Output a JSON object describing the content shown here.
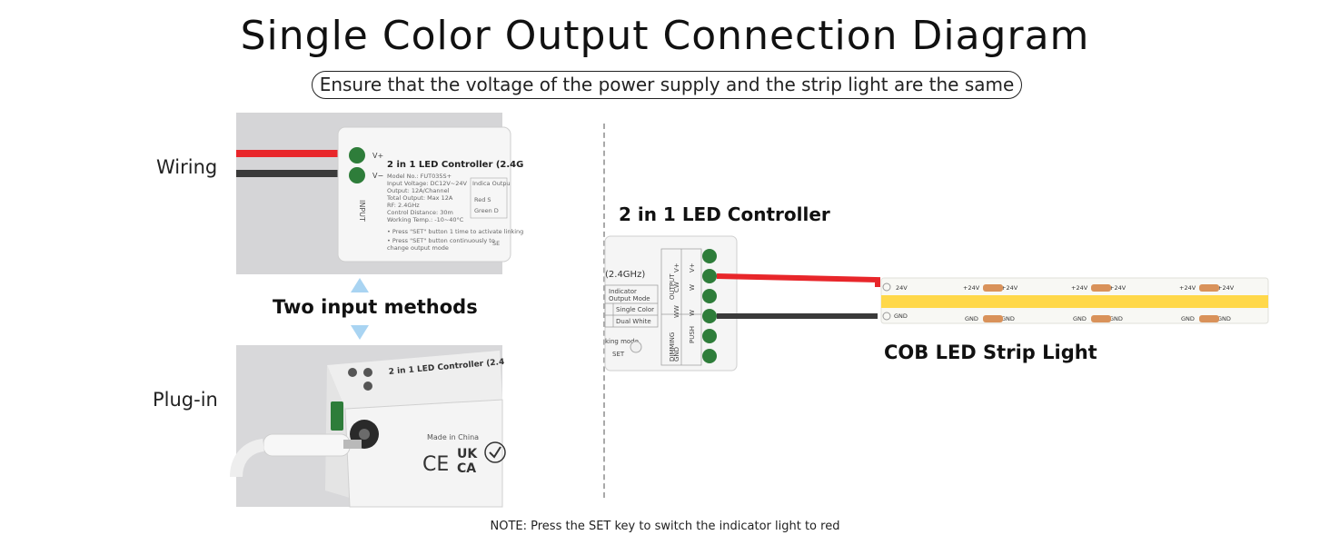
{
  "title": "Single Color Output Connection Diagram",
  "subtitle": "Ensure that the voltage of the power supply and the strip light are the same",
  "left": {
    "wiring_label": "Wiring",
    "plugin_label": "Plug-in",
    "methods_label": "Two input methods",
    "wiring_photo": {
      "terminal_plus": "V+",
      "terminal_minus": "V−",
      "side_label": "INPUT",
      "heading": "2 in 1 LED Controller (2.4G",
      "specs": [
        "Model No.: FUT035S+",
        "Input Voltage: DC12V~24V",
        "Output: 12A/Channel",
        "Total Output: Max 12A",
        "RF: 2.4GHz",
        "Control Distance: 30m",
        "Working Temp.: -10~40°C"
      ],
      "notes": [
        "• Press \"SET\" button 1 time to activate linking",
        "• Press \"SET\" button continuously to",
        "  change output mode"
      ],
      "table_head": "Indica Outpu",
      "table_rows": [
        "Red  S",
        "Green  D"
      ],
      "set": "SE"
    },
    "plugin_photo": {
      "heading": "2 in 1 LED Controller (2.4",
      "made_in": "Made in China",
      "ce": "CE",
      "ukca_top": "UK",
      "ukca_bottom": "CA"
    }
  },
  "right": {
    "controller_title": "2 in 1 LED Controller",
    "strip_title": "COB LED Strip Light",
    "controller": {
      "freq": "(2.4GHz)",
      "indicator_head_1": "Indicator",
      "indicator_head_2": "Output Mode",
      "rows": [
        "Single Color",
        "Dual White"
      ],
      "linking": "king mode",
      "set": "SET",
      "output_label": "OUTPUT",
      "dimming_label": "DIMMING",
      "terminals": [
        "V+",
        "V+",
        "W",
        "CW",
        "W",
        "WW",
        "PUSH",
        "GND"
      ]
    },
    "strip": {
      "pad_top": "+24V",
      "pad_bottom": "GND",
      "end_top": "24V",
      "end_bottom": "GND"
    }
  },
  "note": "NOTE: Press the SET key to switch the indicator light to red",
  "colors": {
    "red_wire": "#e8262a",
    "black_wire": "#3a3a3a",
    "strip_yellow": "#ffd84a",
    "arrow_blue": "#a9d4f2",
    "terminal_green": "#2e7d3a"
  }
}
